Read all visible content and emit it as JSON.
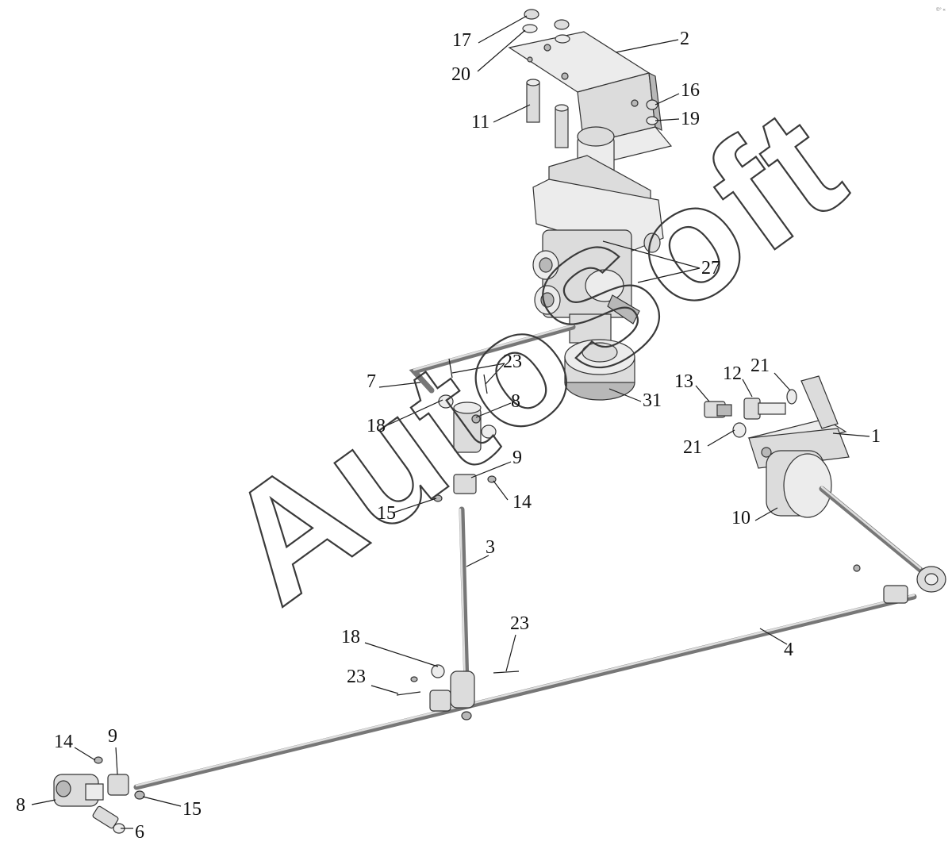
{
  "watermark": "AutoSoft",
  "corner_mark": "©° «",
  "callouts": [
    "17",
    "20",
    "2",
    "11",
    "16",
    "19",
    "27",
    "7",
    "23",
    "31",
    "18",
    "8",
    "13",
    "12",
    "21",
    "21",
    "1",
    "9",
    "15",
    "14",
    "10",
    "3",
    "18",
    "23",
    "23",
    "4",
    "14",
    "9",
    "8",
    "15",
    "6"
  ]
}
